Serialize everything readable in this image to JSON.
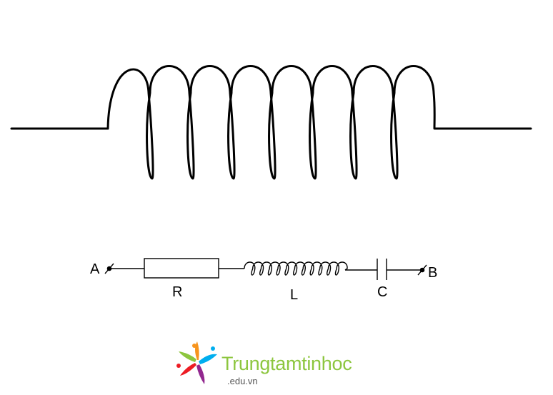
{
  "circuit": {
    "terminal_a": "A",
    "terminal_b": "B",
    "resistor_label": "R",
    "inductor_label": "L",
    "capacitor_label": "C"
  },
  "logo": {
    "name": "Trungtamtinhoc",
    "domain": ".edu.vn",
    "text_color": "#8dc63f",
    "domain_color": "#555555",
    "star_colors": [
      "#f7941d",
      "#ed1c24",
      "#8dc63f",
      "#00aeef",
      "#92278f"
    ]
  },
  "colors": {
    "line": "#000000",
    "background": "#ffffff"
  }
}
